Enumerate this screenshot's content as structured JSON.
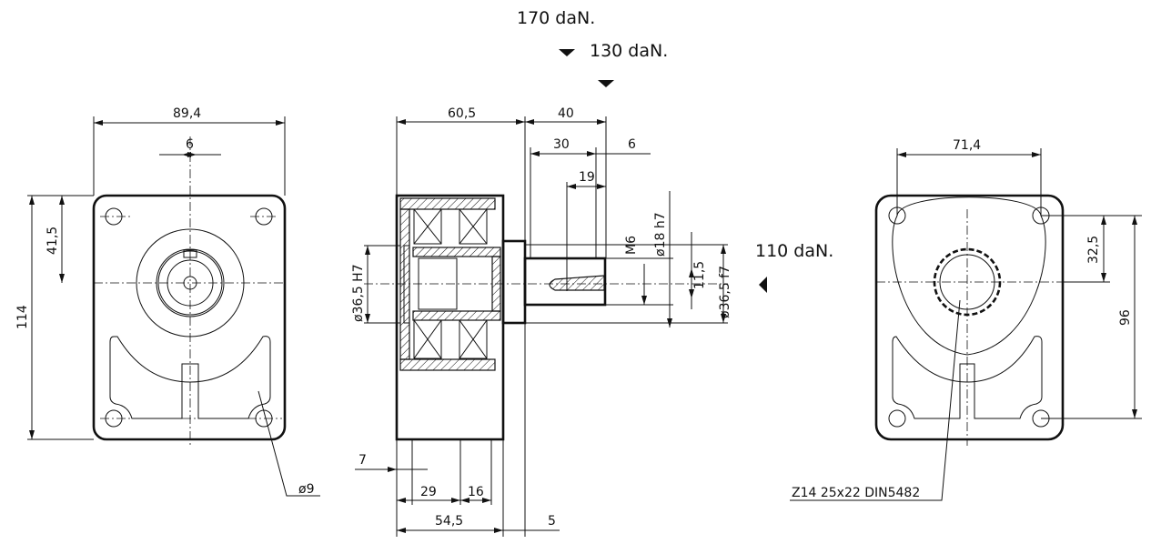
{
  "loads": {
    "vertical_max": "170 daN.",
    "vertical": "130 daN.",
    "axial": "110 daN."
  },
  "front_view": {
    "width": "89,4",
    "key_width": "6",
    "center_height": "41,5",
    "height": "114",
    "hole_diameter": "ø9"
  },
  "side_view": {
    "body_length": "60,5",
    "shaft_length": "40",
    "shaft_step": "30",
    "shaft_end": "6",
    "thread_depth": "19",
    "bore": "ø36,5 H7",
    "thread": "M6",
    "shaft_diameter": "ø18 h7",
    "key_height": "11,5",
    "pilot": "ø36,5 f7",
    "bottom_7": "7",
    "bottom_29": "29",
    "bottom_16": "16",
    "bottom_54_5": "54,5",
    "bottom_5": "5"
  },
  "rear_view": {
    "hole_spacing": "71,4",
    "center_height": "32,5",
    "hole_vertical": "96",
    "spline": "Z14  25x22  DIN5482"
  }
}
